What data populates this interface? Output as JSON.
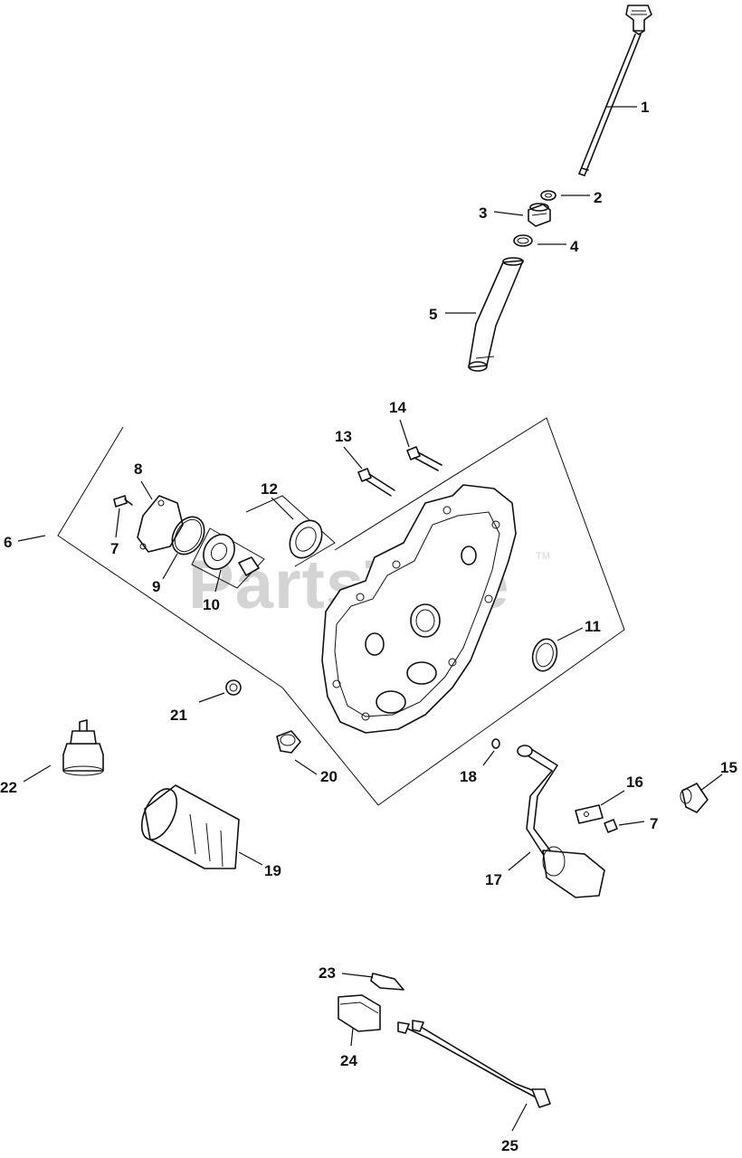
{
  "watermark": {
    "text": "PartsTree",
    "trademark": "TM"
  },
  "callouts": [
    "1",
    "2",
    "3",
    "4",
    "5",
    "6",
    "7",
    "8",
    "9",
    "10",
    "11",
    "12",
    "13",
    "14",
    "15",
    "16",
    "7",
    "17",
    "18",
    "19",
    "20",
    "21",
    "22",
    "23",
    "24",
    "25"
  ],
  "parts": [
    {
      "name": "dipstick"
    },
    {
      "name": "o-ring"
    },
    {
      "name": "dipstick-tube-cap"
    },
    {
      "name": "o-ring"
    },
    {
      "name": "dipstick-tube"
    },
    {
      "name": "closure-plate-assembly"
    },
    {
      "name": "screw"
    },
    {
      "name": "pump-cover"
    },
    {
      "name": "o-ring"
    },
    {
      "name": "oil-pump-rotor"
    },
    {
      "name": "o-ring"
    },
    {
      "name": "oil-seal"
    },
    {
      "name": "screw"
    },
    {
      "name": "screw"
    },
    {
      "name": "oil-sentry-switch"
    },
    {
      "name": "bracket"
    },
    {
      "name": "oil-pickup-and-sensor"
    },
    {
      "name": "o-ring"
    },
    {
      "name": "oil-filter"
    },
    {
      "name": "oil-filter-nipple"
    },
    {
      "name": "plug"
    },
    {
      "name": "oil-pressure-switch"
    },
    {
      "name": "terminal-connector"
    },
    {
      "name": "connector-housing"
    },
    {
      "name": "wiring-harness"
    }
  ]
}
